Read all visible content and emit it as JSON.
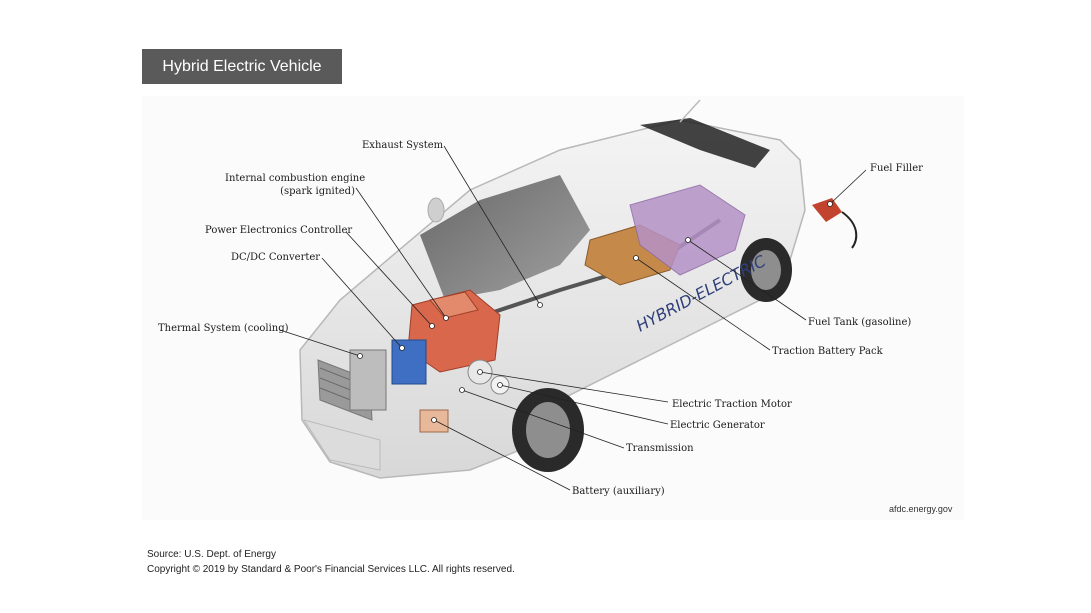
{
  "title": "Hybrid Electric Vehicle",
  "callouts": {
    "exhaust": "Exhaust System",
    "ice_line1": "Internal combustion engine",
    "ice_line2": "(spark ignited)",
    "pec": "Power Electronics Controller",
    "dcdc": "DC/DC Converter",
    "thermal": "Thermal System (cooling)",
    "fuel_filler": "Fuel Filler",
    "fuel_tank": "Fuel Tank (gasoline)",
    "traction_battery": "Traction Battery Pack",
    "traction_motor": "Electric Traction Motor",
    "generator": "Electric Generator",
    "transmission": "Transmission",
    "battery_aux": "Battery (auxiliary)"
  },
  "car_badge": "HYBRID-ELECTRIC",
  "credit": "afdc.energy.gov",
  "footer": {
    "source": "Source: U.S. Dept. of Energy",
    "copyright": "Copyright © 2019 by Standard & Poor's Financial Services LLC. All rights reserved."
  },
  "colors": {
    "title_bg": "#5a5a5a",
    "engine": "#d9674c",
    "battery_pack": "#b592c7",
    "fuel_tank": "#c58a4a",
    "converter": "#3f6fc2"
  }
}
